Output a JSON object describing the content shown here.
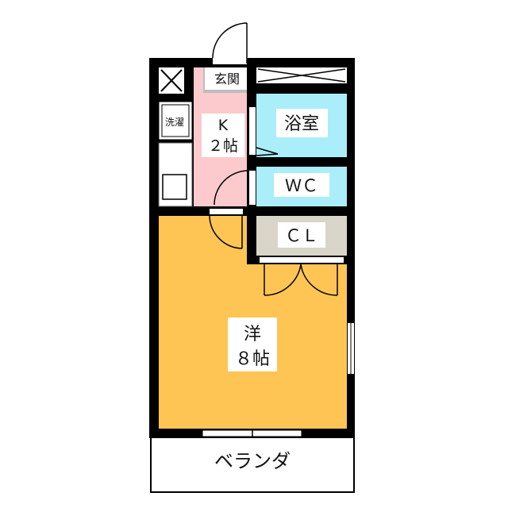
{
  "rooms": {
    "entrance": {
      "label": "玄関"
    },
    "laundry": {
      "label": "洗濯"
    },
    "kitchen": {
      "label_line1": "K",
      "label_line2": "２帖",
      "color": "#fcc9cc"
    },
    "bath": {
      "label": "浴室",
      "color": "#aaeefa"
    },
    "toilet": {
      "label": "ＷＣ",
      "color": "#aaeefa"
    },
    "closet": {
      "label": "ＣＬ",
      "color": "#d9d6c9"
    },
    "western": {
      "label_line1": "洋",
      "label_line2": "８帖",
      "color": "#fec554"
    },
    "balcony": {
      "label": "ベランダ"
    }
  },
  "colors": {
    "wall": "#000000",
    "genkan_floor": "#bdbdbd"
  }
}
